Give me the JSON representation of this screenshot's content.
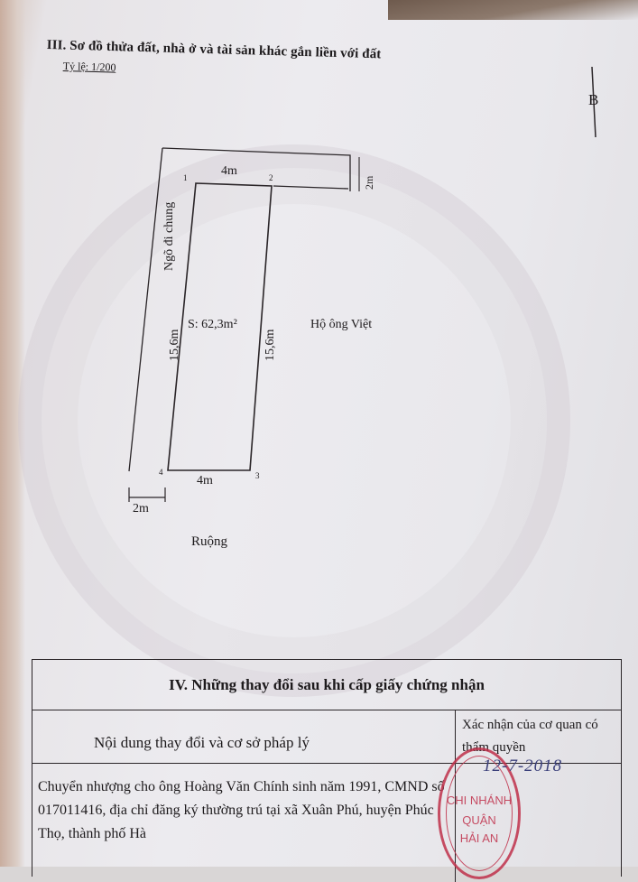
{
  "section3": {
    "title": "III. Sơ đồ thửa đất, nhà ở và tài sản khác gắn liền với đất",
    "scale": "Tỷ lệ: 1/200",
    "north_label": "B"
  },
  "plot": {
    "area": "S: 62,3m²",
    "top_width": "4m",
    "bottom_width": "4m",
    "left_length": "15,6m",
    "right_length": "15,6m",
    "lane_width_top": "2m",
    "lane_width_bottom": "2m",
    "lane_label": "Ngõ đi chung",
    "neighbor_east": "Hộ ông Việt",
    "neighbor_south": "Ruộng",
    "points": [
      "1",
      "2",
      "3",
      "4"
    ]
  },
  "section4": {
    "title": "IV. Những thay đổi sau khi cấp giấy chứng nhận",
    "col1_header": "Nội dung thay đổi và cơ sở pháp lý",
    "col2_header": "Xác nhận của cơ quan có thẩm quyền",
    "entry_text": "Chuyển nhượng cho ông Hoàng Văn Chính sinh năm 1991, CMND số 017011416, địa chỉ đăng ký thường trú tại xã Xuân Phú, huyện Phúc Thọ, thành phố Hà",
    "entry_date": "12-7-2018",
    "stamp_line1": "CHI NHÁNH",
    "stamp_line2": "QUẬN",
    "stamp_line3": "HẢI AN"
  },
  "colors": {
    "ink": "#1d1a1c",
    "stamp": "#c0314b",
    "signature": "#3a3f7a"
  }
}
